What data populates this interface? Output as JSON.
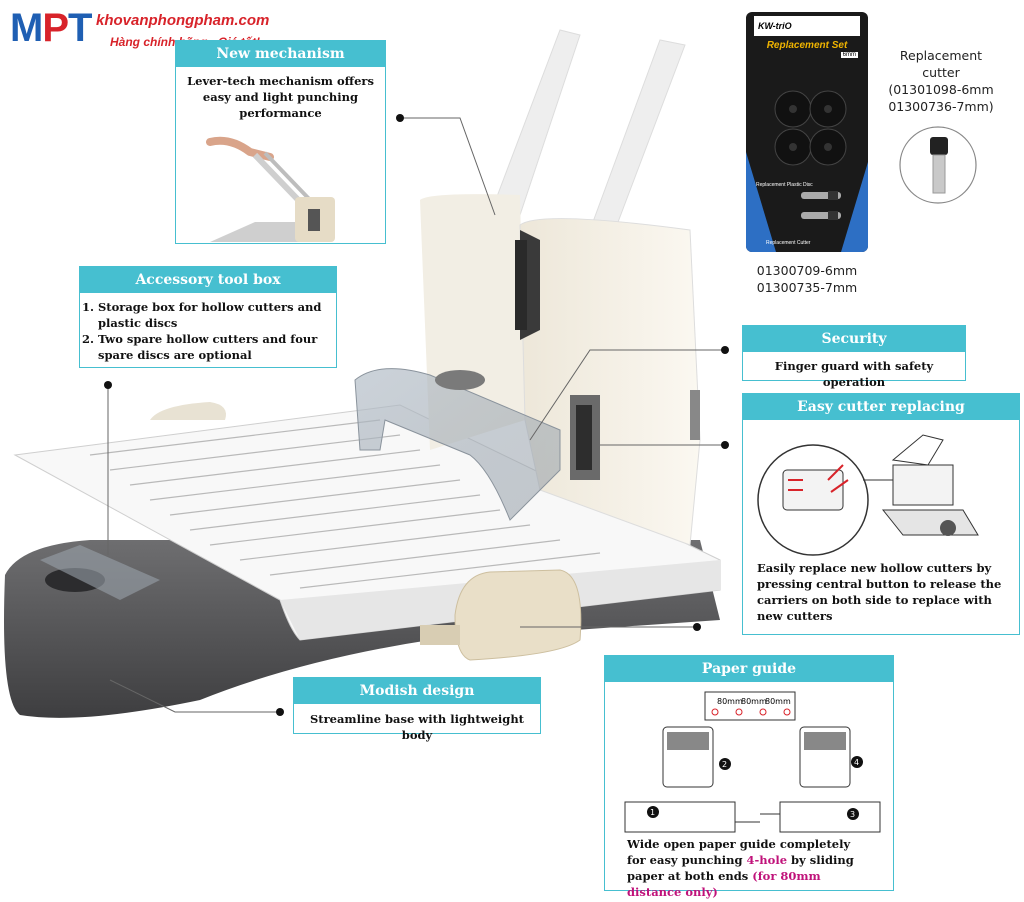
{
  "logo": {
    "mpt_m": "M",
    "mpt_p": "P",
    "mpt_t": "T",
    "site": "khovanphongpham.com",
    "tagline": "Hàng chính hãng - Giá tốt!"
  },
  "new_mechanism": {
    "title": "New mechanism",
    "text": "Lever-tech mechanism offers easy and light punching performance"
  },
  "accessory": {
    "title": "Accessory tool box",
    "items": [
      "Storage box for hollow cutters and plastic discs",
      "Two spare hollow cutters and four spare discs are optional"
    ]
  },
  "security": {
    "title": "Security",
    "text": "Finger guard with safety operation"
  },
  "easy_cutter": {
    "title": "Easy cutter replacing",
    "text": "Easily replace new hollow cutters by pressing central button to release the carriers on both side to replace with new cutters"
  },
  "modish": {
    "title": "Modish design",
    "text": "Streamline base with lightweight body"
  },
  "paper_guide": {
    "title": "Paper guide",
    "text_before": "Wide open paper guide completely for easy punching ",
    "highlight1": "4-hole",
    "text_mid": " by sliding paper at both ends ",
    "highlight2": "(for 80mm distance only)",
    "distances": [
      "80mm",
      "80mm",
      "80mm"
    ],
    "steps": [
      "1",
      "2",
      "3",
      "4"
    ]
  },
  "replacement_set": {
    "brand": "KW-triO",
    "title": "Replacement Set",
    "size_label": "6mm",
    "disc_label": "Replacement Plastic Disc",
    "cutter_label": "Replacement Cutter",
    "codes": [
      "01300709-6mm",
      "01300735-7mm"
    ]
  },
  "replacement_cutter": {
    "label_line1": "Replacement",
    "label_line2": "cutter",
    "codes": [
      "(01301098-6mm",
      "01300736-7mm)"
    ]
  },
  "colors": {
    "accent": "#46bfd0",
    "brand_blue": "#1f5fb3",
    "brand_red": "#d8232a",
    "highlight": "#c0127a"
  }
}
